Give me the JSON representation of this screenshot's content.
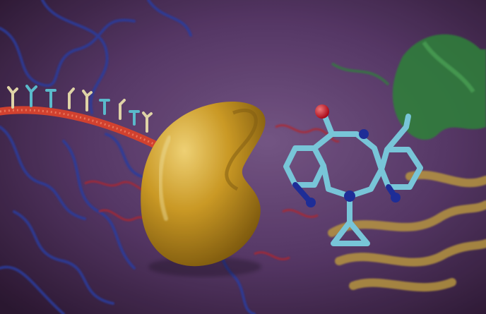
{
  "scene": {
    "colors": {
      "background_dark": "#2b1730",
      "background_mid": "#5a3a6a",
      "background_light": "#7a5a8a",
      "protein_blue": "#2b3fa6",
      "protein_red": "#c0282c",
      "protein_green": "#2f8a3a",
      "protein_gold": "#c9a640",
      "enzyme_gold": "#d8a424",
      "rna_strand_red": "#e0452f",
      "nucleotide_cream": "#efe3b0",
      "nucleotide_cyan": "#5fc8d8",
      "drug_carbon_cyan": "#7fd4e6",
      "drug_nitrogen_blue": "#1e2fa0",
      "drug_oxygen_red": "#e0141e"
    },
    "icons": [
      "enzyme-shape",
      "rna-strand",
      "drug-molecule-ball-and-stick"
    ]
  }
}
